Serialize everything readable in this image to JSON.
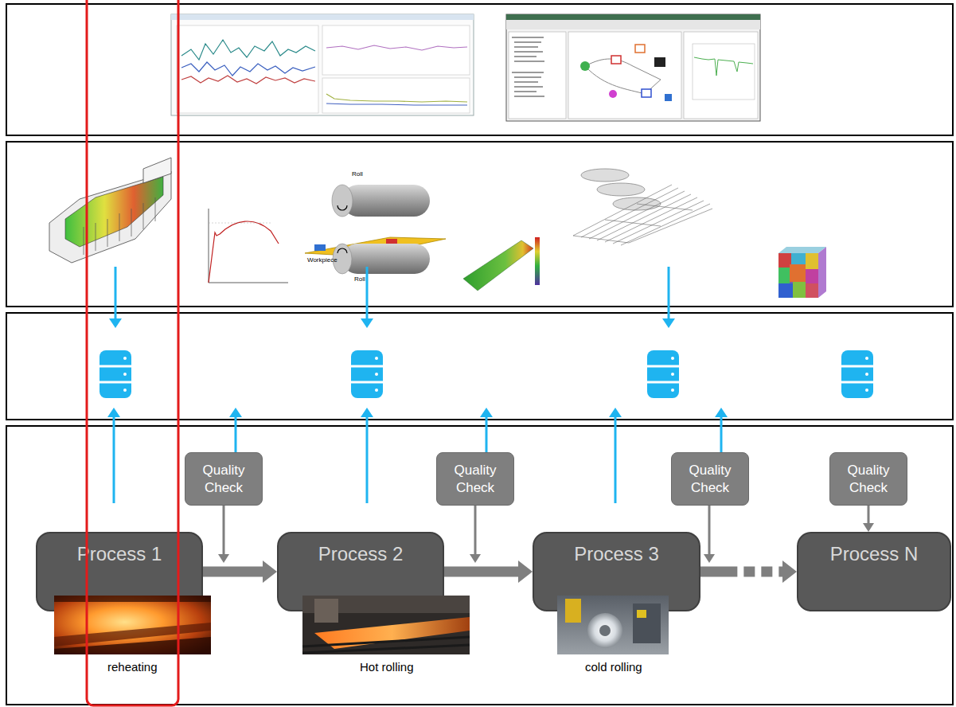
{
  "diagram": {
    "nodes": [
      {
        "text": [
          "Quality Check"
        ]
      },
      {
        "text": [
          "Quality Check"
        ]
      },
      {
        "text": [
          "Quality Check"
        ]
      },
      {
        "text": [
          "Quality Check"
        ]
      },
      {
        "text": [
          "Process 1"
        ]
      },
      {
        "text": [
          "Process 2"
        ]
      },
      {
        "text": [
          "Process 3"
        ]
      },
      {
        "text": [
          "Process N"
        ]
      }
    ],
    "edges": [
      {
        "from": 4,
        "to": 5,
        "arrow": "to"
      },
      {
        "from": 5,
        "to": 6,
        "arrow": "to"
      },
      {
        "from": 6,
        "to": 7,
        "arrow": "to"
      },
      {
        "from": 3,
        "to": 7,
        "arrow": "to"
      }
    ],
    "labels": [
      "reheating",
      "Hot rolling",
      "cold rolling",
      "Roll",
      "Workpiece",
      "Roll"
    ]
  }
}
